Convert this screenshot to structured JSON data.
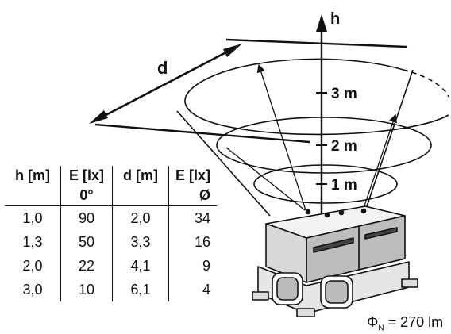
{
  "axis": {
    "vertical_label": "h"
  },
  "distance_label": "d",
  "heights": [
    {
      "label": "1 m"
    },
    {
      "label": "2 m"
    },
    {
      "label": "3 m"
    }
  ],
  "table": {
    "headers": [
      "h [m]",
      "E [lx]",
      "d [m]",
      "E [lx]"
    ],
    "subheaders": [
      "",
      "0°",
      "",
      "Ø"
    ],
    "rows": [
      [
        "1,0",
        "90",
        "2,0",
        "34"
      ],
      [
        "1,3",
        "50",
        "3,3",
        "16"
      ],
      [
        "2,0",
        "22",
        "4,1",
        "9"
      ],
      [
        "3,0",
        "10",
        "6,1",
        "4"
      ]
    ]
  },
  "flux": {
    "symbol": "Φ",
    "subscript": "N",
    "value": "= 270 lm"
  }
}
